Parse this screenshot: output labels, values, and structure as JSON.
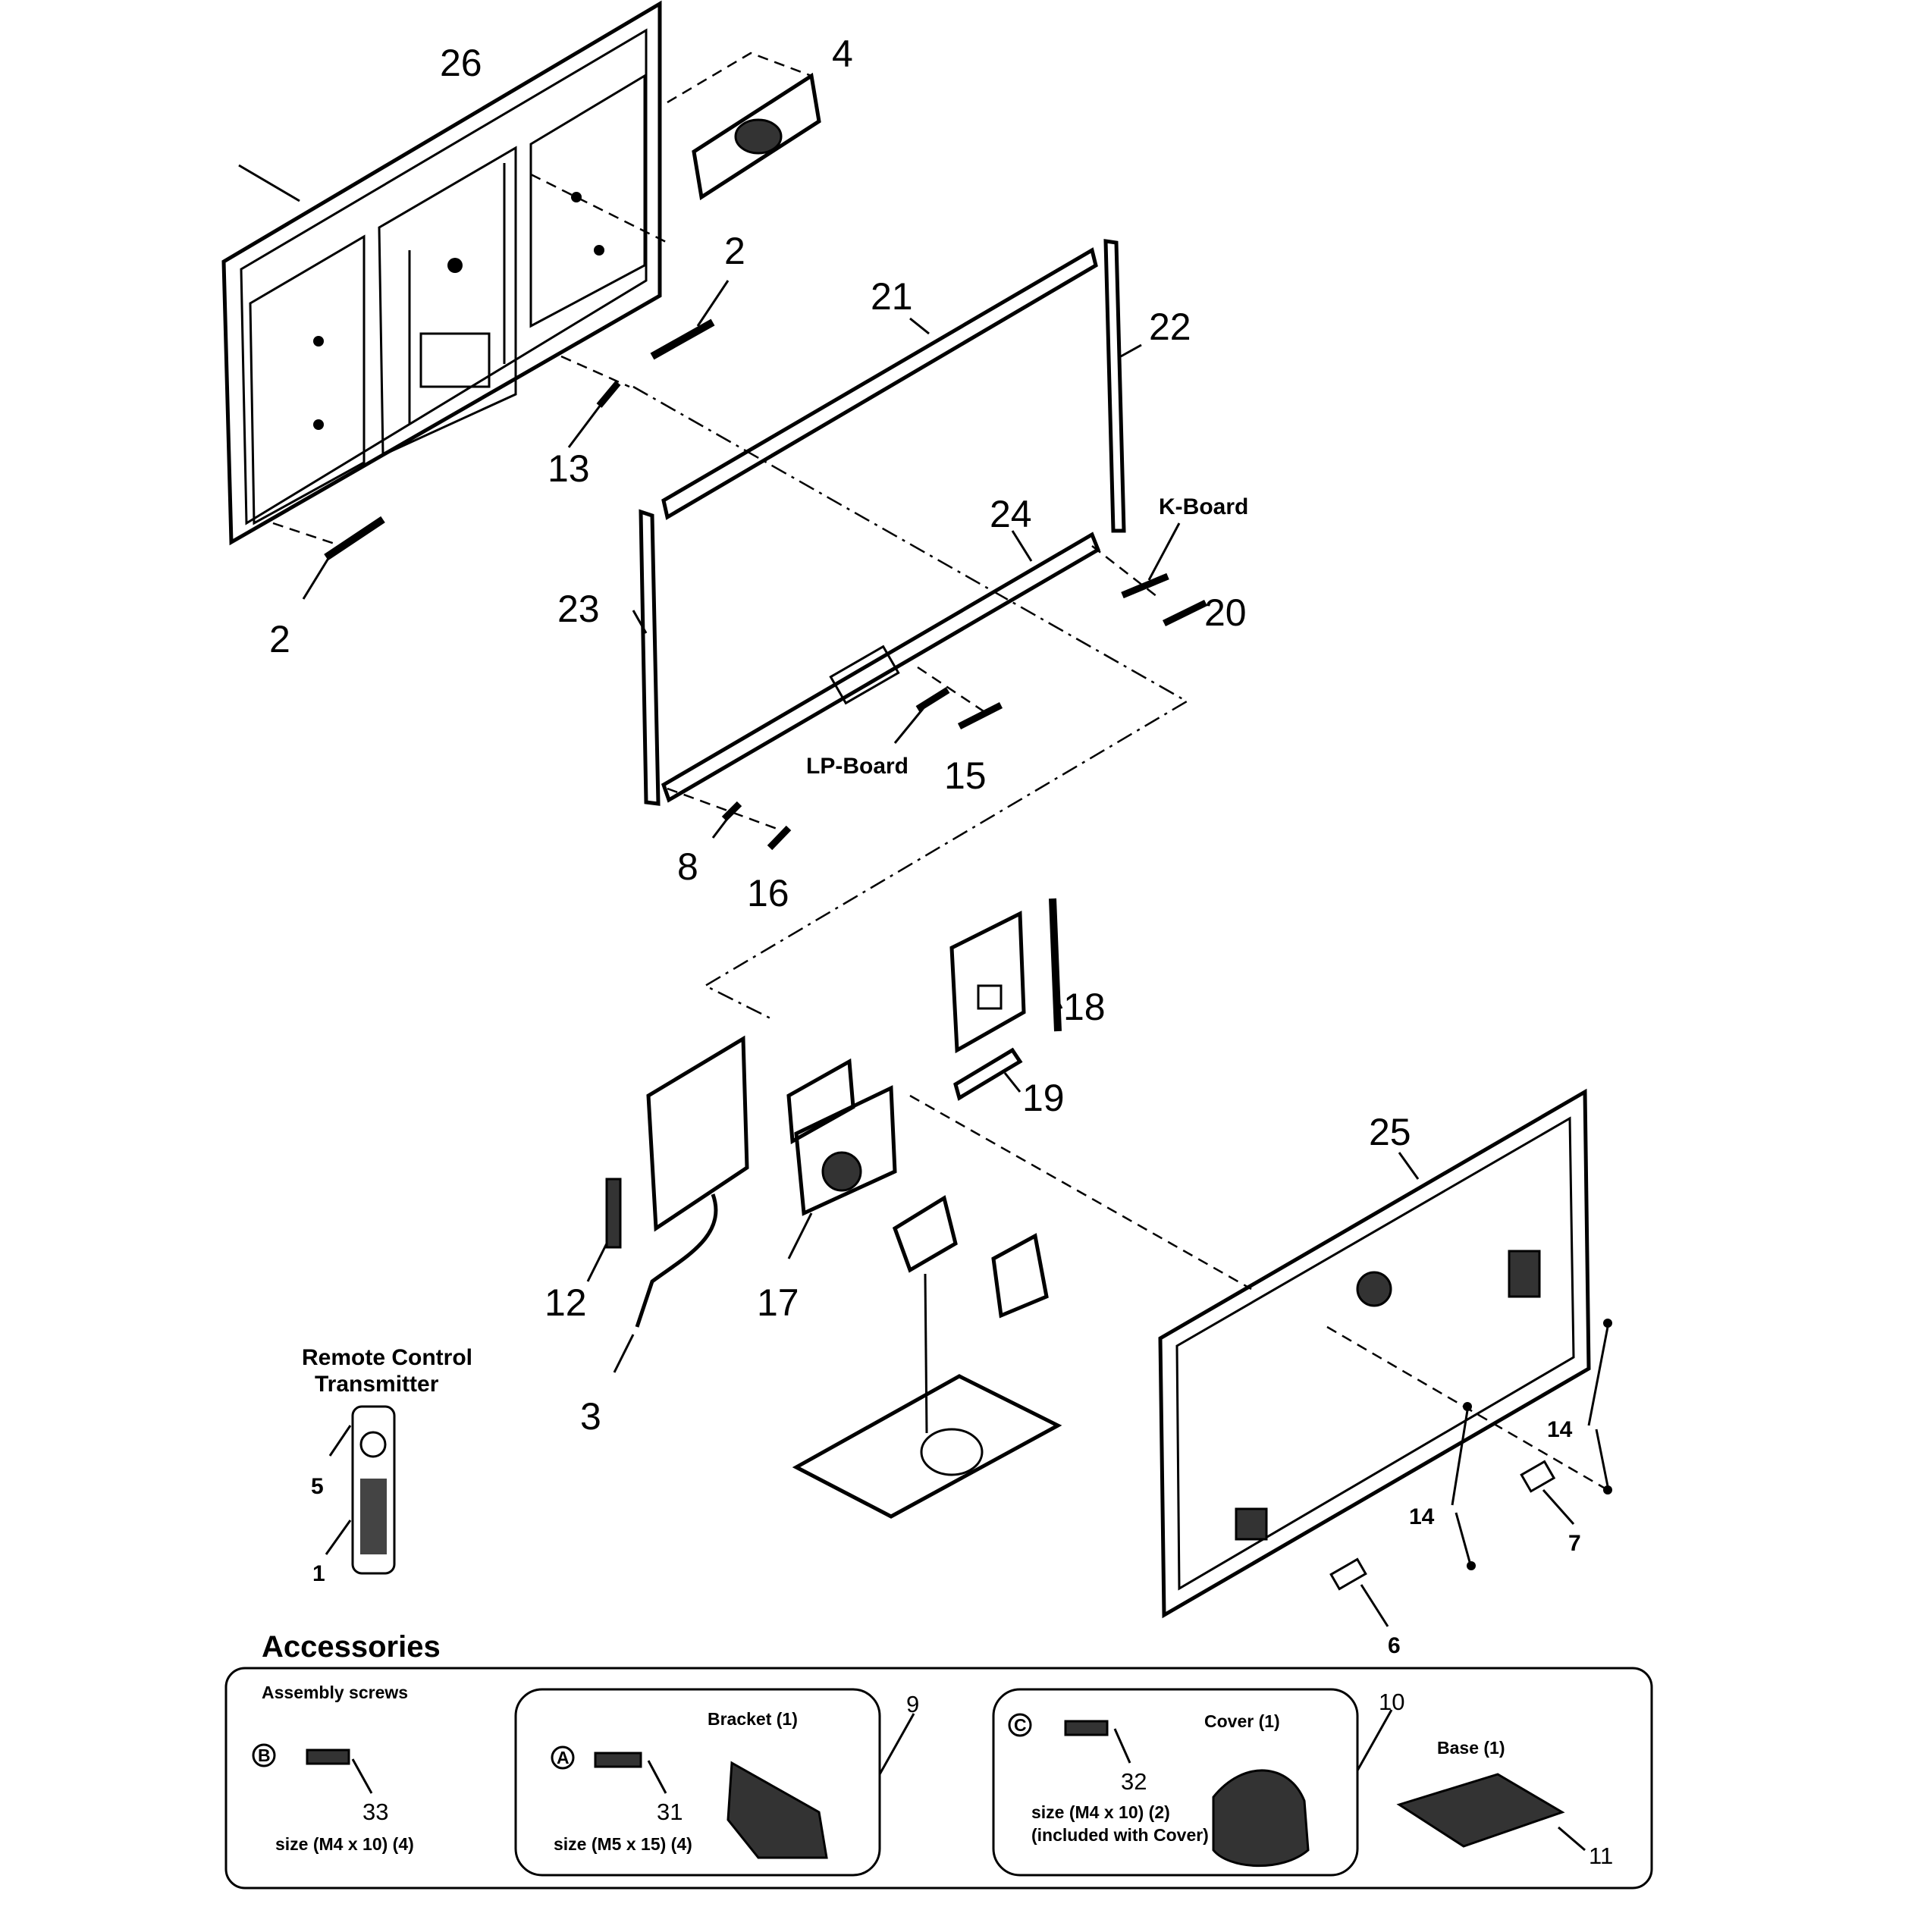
{
  "callouts": {
    "p26": "26",
    "p4": "4",
    "p2a": "2",
    "p21": "21",
    "p22": "22",
    "p13": "13",
    "p2b": "2",
    "p24": "24",
    "p23": "23",
    "p20": "20",
    "p15": "15",
    "p8": "8",
    "p16": "16",
    "p18": "18",
    "p19": "19",
    "p25": "25",
    "p12": "12",
    "p17": "17",
    "p3": "3",
    "p5": "5",
    "p1": "1",
    "p14a": "14",
    "p14b": "14",
    "p7": "7",
    "p6": "6"
  },
  "labels": {
    "k_board": "K-Board",
    "lp_board": "LP-Board",
    "remote_line1": "Remote Control",
    "remote_line2": "Transmitter"
  },
  "accessories": {
    "title": "Accessories",
    "assembly_screws": "Assembly screws",
    "group_b": {
      "marker": "B",
      "part": "33",
      "size": "size (M4 x 10) (4)"
    },
    "group_a": {
      "marker": "A",
      "part": "31",
      "size": "size (M5 x 15) (4)",
      "item_label": "Bracket (1)",
      "item_part": "9"
    },
    "group_c": {
      "marker": "C",
      "part": "32",
      "size_line1": "size (M4 x 10) (2)",
      "size_line2": "(included with Cover)",
      "item_label": "Cover (1)",
      "item_part": "10"
    },
    "base": {
      "label": "Base (1)",
      "part": "11"
    }
  }
}
